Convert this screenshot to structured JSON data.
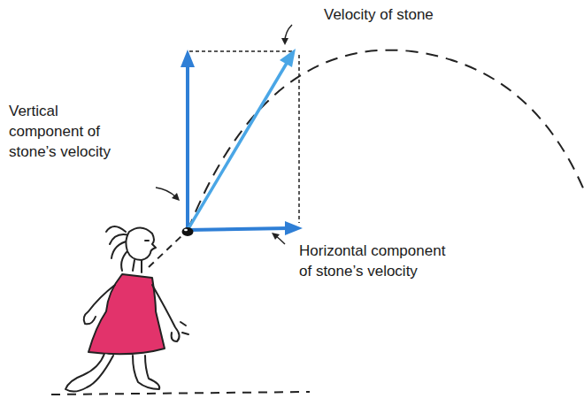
{
  "diagram": {
    "labels": [
      "Velocity of stone",
      "Vertical component of stone’s velocity",
      "Horizontal component of stone’s velocity"
    ]
  }
}
